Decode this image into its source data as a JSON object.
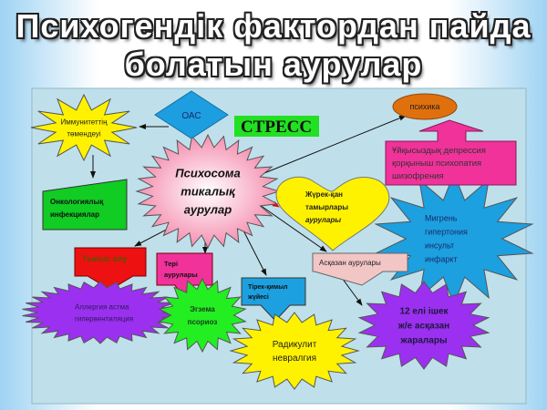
{
  "title": {
    "line1": "Психогендік фактордан пайда",
    "line2": "болатын аурулар"
  },
  "nodes": {
    "immunity": [
      "Иммунитеттің",
      "төмендеуі"
    ],
    "oas": "ОАС",
    "stress": "СТРЕСС",
    "psychosomatic": [
      "Психосома",
      "тикалық",
      "аурулар"
    ],
    "oncology": [
      "Онкологиялық",
      "инфекциялар"
    ],
    "psyche": "психика",
    "mental": [
      "Ұйқысыздық депрессия",
      "қорқыныш психопатия",
      "шизофрения"
    ],
    "cardio": [
      "Жүрек-қан",
      "тамырлары",
      "аурулары"
    ],
    "cardio_dx": [
      "Мигрень",
      "гипертония",
      "инсульт",
      "инфаркт"
    ],
    "stomach": "Асқазан аурулары",
    "ulcer": [
      "12 елі ішек",
      "ж/е асқазан",
      "жаралары"
    ],
    "respiratory": "Тыныс алу",
    "allergy": [
      "Аллергия астма",
      "гипервентиляция"
    ],
    "skin": [
      "Тері",
      "аурулары"
    ],
    "eczema": [
      "Эгзема",
      "псориоз"
    ],
    "musculo": [
      "Тірек-қимыл",
      "жүйесі"
    ],
    "radiculitis": [
      "Радикулит",
      "невралгия"
    ]
  }
}
